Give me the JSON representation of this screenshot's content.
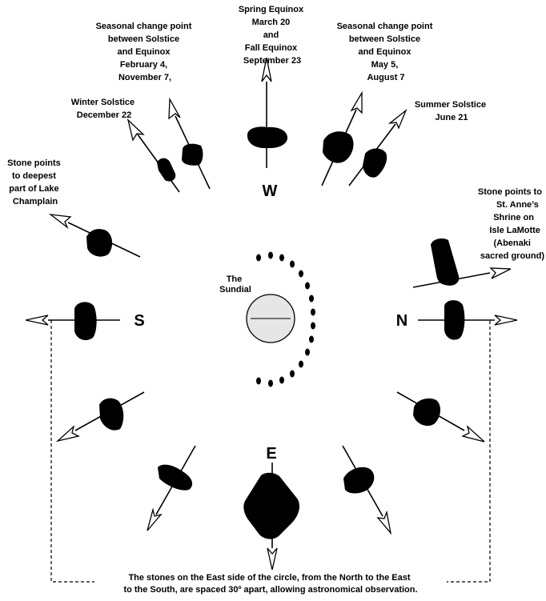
{
  "labels": {
    "equinox": [
      "Spring Equinox",
      "March 20",
      "and",
      "Fall Equinox",
      "September 23"
    ],
    "seasonal_left": [
      "Seasonal change point",
      "between Solstice",
      "and Equinox",
      "February 4,",
      "November 7,"
    ],
    "seasonal_right": [
      "Seasonal change point",
      "between Solstice",
      "and Equinox",
      "May 5,",
      "August 7"
    ],
    "winter_solstice": [
      "Winter Solstice",
      "December 22"
    ],
    "summer_solstice": [
      "Summer Solstice",
      "June 21"
    ],
    "lake_champlain": [
      "Stone points",
      "to deepest",
      "part of Lake",
      "Champlain"
    ],
    "st_anne": [
      "Stone points to",
      "St. Anne’s",
      "Shrine on",
      "Isle LaMotte",
      "(Abenaki",
      "sacred ground)"
    ],
    "sundial": [
      "The",
      "Sundial"
    ],
    "footer": [
      "The stones on the East side of the circle, from the North to the East",
      "to the South, are spaced 30º apart, allowing astronomical observation."
    ]
  },
  "directions": {
    "west": "W",
    "east": "E",
    "north": "N",
    "south": "S"
  },
  "icons": {
    "arrow": "open-arrow-icon",
    "stone": "standing-stone-icon",
    "sundial": "sundial-disc-icon"
  }
}
